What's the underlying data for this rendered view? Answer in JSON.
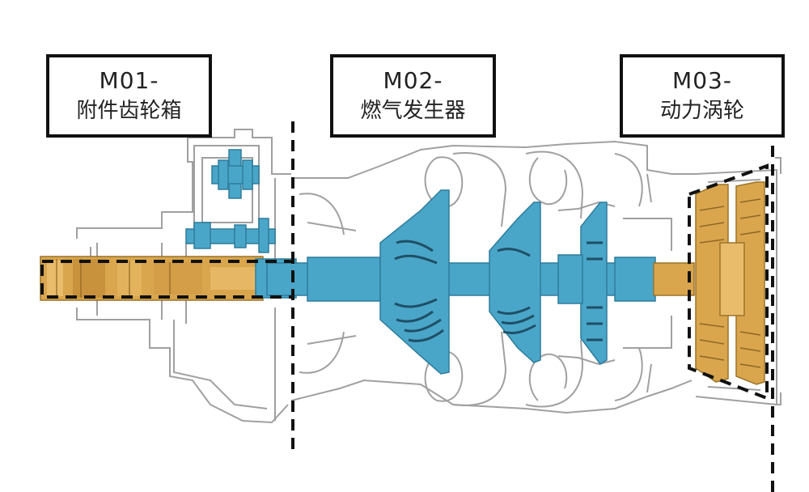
{
  "modules": [
    {
      "code": "M01-",
      "name": "附件齿轮箱"
    },
    {
      "code": "M02-",
      "name": "燃气发生器"
    },
    {
      "code": "M03-",
      "name": "动力涡轮"
    }
  ],
  "colors": {
    "compressor_blue": "#4aa6c8",
    "turbine_gold": "#d9a64e",
    "outline": "#9a9a9a",
    "divider": "#111111"
  }
}
